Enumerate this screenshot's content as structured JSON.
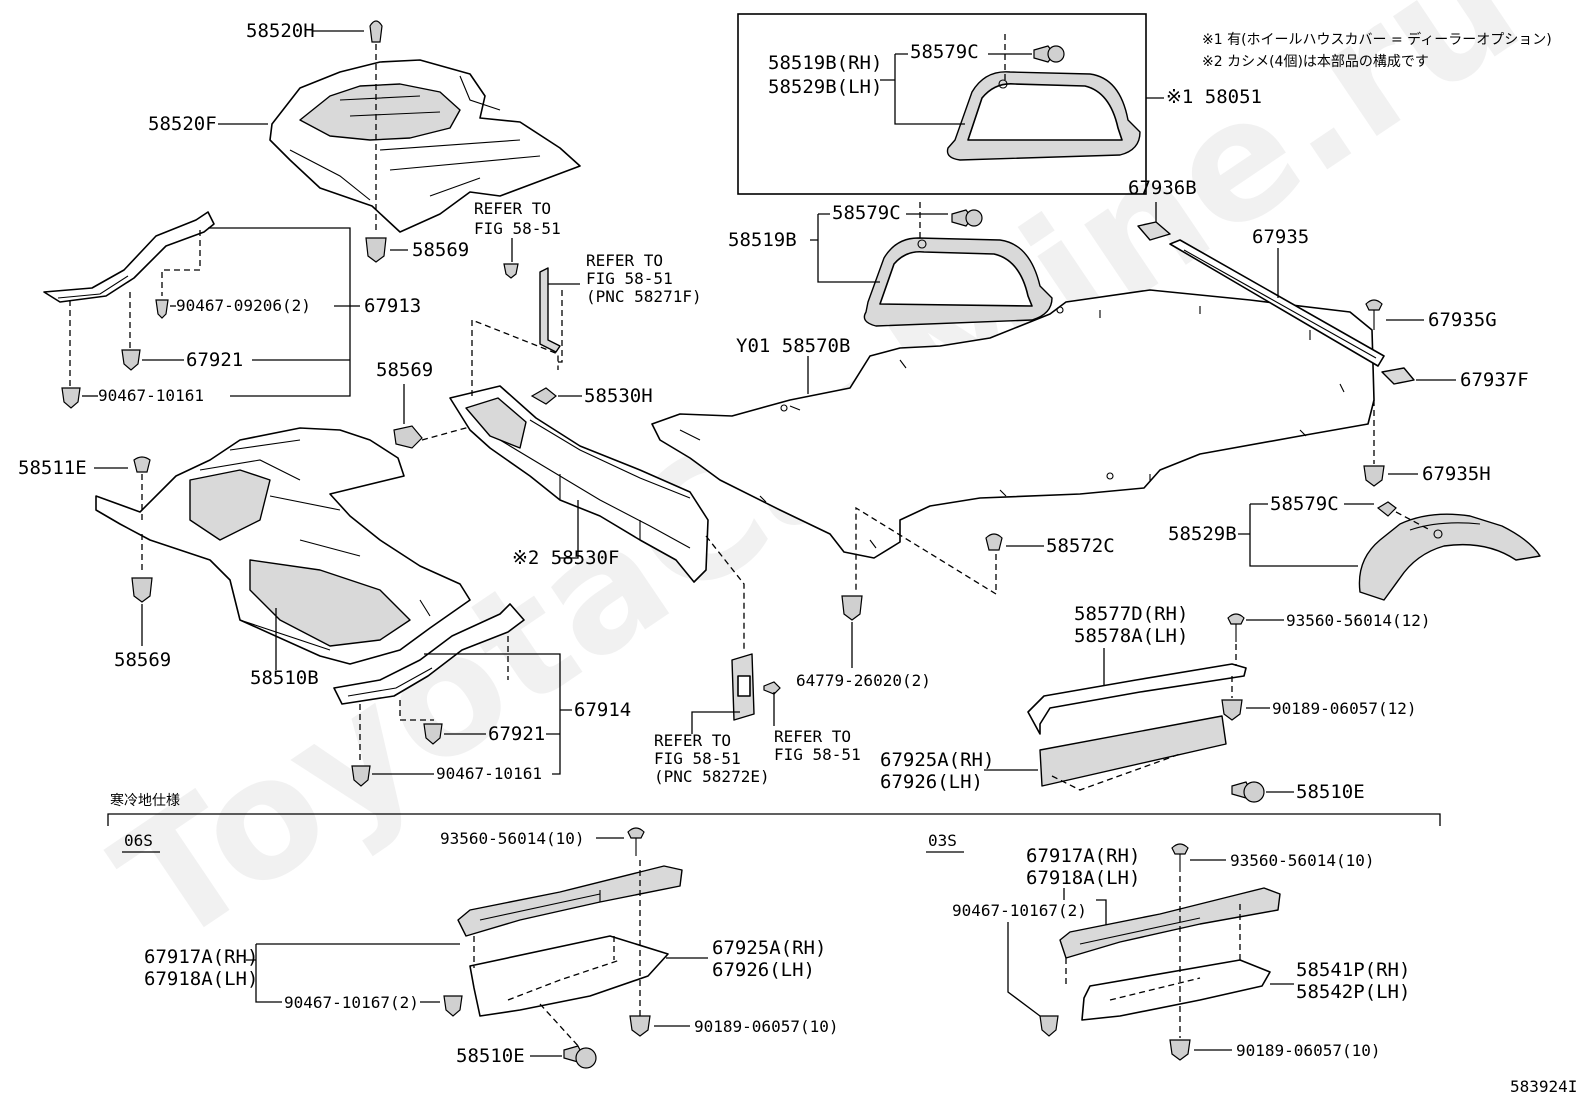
{
  "watermark": "ToyotaCarMine.ru",
  "figure_id": "583924I",
  "notes": {
    "note1": "※1 有(ホイールハウスカバー = ディーラーオプション)",
    "note2": "※2 カシメ(4個)は本部品の構成です"
  },
  "section": {
    "cold_spec_title": "寒冷地仕様",
    "tag_06s": "06S",
    "tag_03s": "03S"
  },
  "labels": {
    "p58520H": "58520H",
    "p58520F": "58520F",
    "p58569_top": "58569",
    "p67913": "67913",
    "p90467_09206": "90467-09206(2)",
    "p67921_top": "67921",
    "p90467_10161_top": "90467-10161",
    "ref_5851_a1": "REFER TO",
    "ref_5851_a2": "FIG 58-51",
    "ref_5851_b1": "REFER TO",
    "ref_5851_b2": "FIG 58-51",
    "ref_5851_b3": "(PNC 58271F)",
    "p58569_mid": "58569",
    "p58530H": "58530H",
    "p58511E": "58511E",
    "p58569_left": "58569",
    "p58510B": "58510B",
    "p58530F": "※2 58530F",
    "p67921_bot": "67921",
    "p67914": "67914",
    "p90467_10161_bot": "90467-10161",
    "ref_5851_c1": "REFER TO",
    "ref_5851_c2": "FIG 58-51",
    "ref_5851_c3": "(PNC 58272E)",
    "ref_5851_d1": "REFER TO",
    "ref_5851_d2": "FIG 58-51",
    "p58519B_RH": "58519B(RH)",
    "p58529B_LH": "58529B(LH)",
    "p58579C_box": "58579C",
    "p58051": "※1 58051",
    "p58579C_mid": "58579C",
    "p58519B": "58519B",
    "p58570B": "Y01 58570B",
    "p67936B": "67936B",
    "p67935": "67935",
    "p67935G": "67935G",
    "p67937F": "67937F",
    "p67935H": "67935H",
    "p58579C_right": "58579C",
    "p58529B": "58529B",
    "p58572C": "58572C",
    "p64779": "64779-26020(2)",
    "p58577D": "58577D(RH)",
    "p58578A": "58578A(LH)",
    "p93560_12": "93560-56014(12)",
    "p90189_12": "90189-06057(12)",
    "p67925A_mid": "67925A(RH)",
    "p67926_mid": "67926(LH)",
    "p58510E_mid": "58510E",
    "s06_93560": "93560-56014(10)",
    "s06_67917A": "67917A(RH)",
    "s06_67918A": "67918A(LH)",
    "s06_90467": "90467-10167(2)",
    "s06_67925A": "67925A(RH)",
    "s06_67926": "67926(LH)",
    "s06_58510E": "58510E",
    "s06_90189": "90189-06057(10)",
    "s03_67917A": "67917A(RH)",
    "s03_67918A": "67918A(LH)",
    "s03_90467": "90467-10167(2)",
    "s03_93560": "93560-56014(10)",
    "s03_58541P": "58541P(RH)",
    "s03_58542P": "58542P(LH)",
    "s03_90189": "90189-06057(10)"
  }
}
